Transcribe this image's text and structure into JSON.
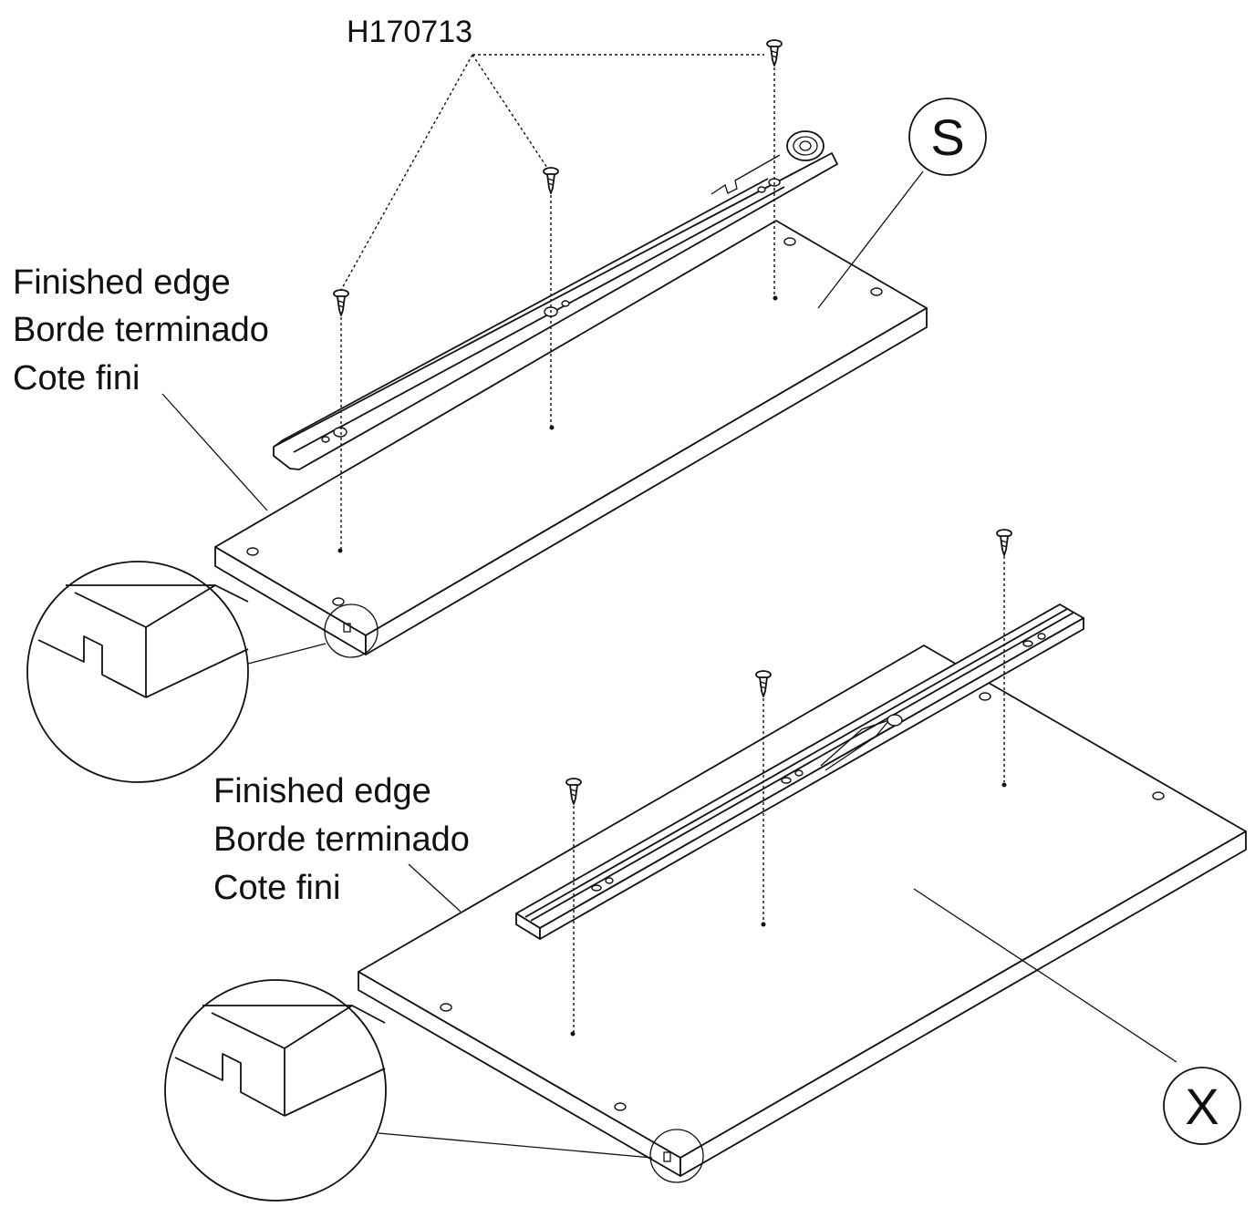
{
  "diagram": {
    "part_number": "H170713",
    "callouts": {
      "upper_panel": "S",
      "lower_panel": "X"
    },
    "upper_edge_label": {
      "line1": "Finished edge",
      "line2": "Borde terminado",
      "line3": "Cote fini"
    },
    "lower_edge_label": {
      "line1": "Finished edge",
      "line2": "Borde terminado",
      "line3": "Cote fini"
    }
  }
}
